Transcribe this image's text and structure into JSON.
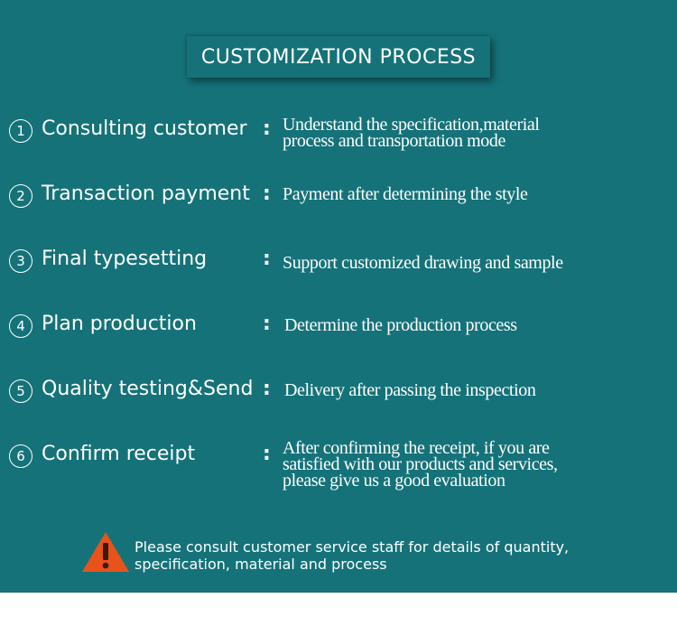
{
  "header": {
    "title": "CUSTOMIZATION PROCESS"
  },
  "steps": [
    {
      "num": "1",
      "name": "Consulting customer",
      "colon": ":",
      "desc": [
        "Understand the specification,material",
        "process and transportation mode"
      ]
    },
    {
      "num": "2",
      "name": "Transaction payment",
      "colon": ":",
      "desc": [
        "Payment after determining the style"
      ]
    },
    {
      "num": "3",
      "name": "Final typesetting",
      "colon": ":",
      "desc": [
        "Support customized drawing and sample"
      ]
    },
    {
      "num": "4",
      "name": "Plan production",
      "colon": ":",
      "desc": [
        "Determine the production process"
      ]
    },
    {
      "num": "5",
      "name": "Quality testing&Send",
      "colon": ":",
      "desc": [
        "Delivery after passing the inspection"
      ]
    },
    {
      "num": "6",
      "name": "Confirm receipt",
      "colon": ":",
      "desc": [
        "After confirming the receipt, if you are",
        "satisfied with our products and services,",
        "please give us a good evaluation"
      ]
    }
  ],
  "notice": {
    "icon": "warning-icon",
    "lines": [
      "Please consult customer service staff for details of quantity,",
      "specification, material and process"
    ]
  },
  "colors": {
    "background": "#157279",
    "text": "#ffffff",
    "warning": "#e8531b"
  }
}
